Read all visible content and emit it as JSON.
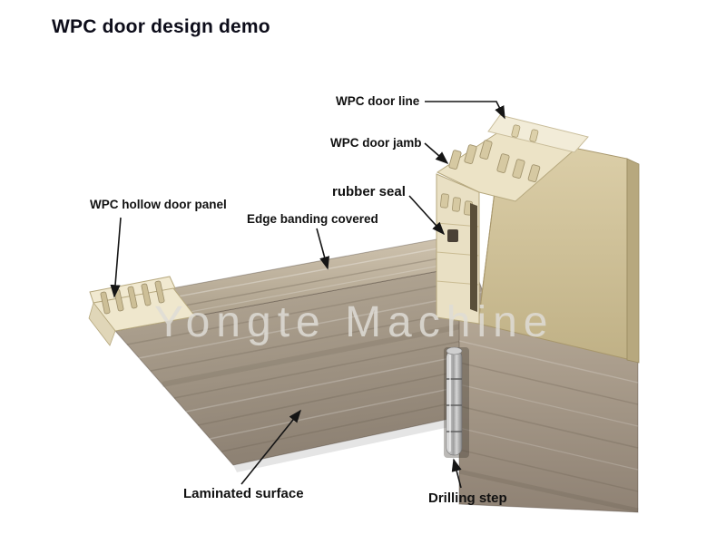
{
  "title": "WPC door design demo",
  "watermark": "Yongte Machine",
  "labels": {
    "door_line": "WPC door line",
    "door_jamb": "WPC door jamb",
    "rubber_seal": "rubber seal",
    "edge_banding": "Edge banding covered",
    "hollow_panel": "WPC hollow door panel",
    "laminated_surface": "Laminated surface",
    "drilling_step": "Drilling step"
  },
  "colors": {
    "background": "#ffffff",
    "title_text": "#0d0d1a",
    "label_text": "#111111",
    "leader_line": "#151515",
    "door_laminate": "#a89b88",
    "door_edge_band": "#bdb19d",
    "wpc_core_cream": "#ece3c6",
    "frame_inner_beige": "#d0c29a",
    "rubber_seal_dark": "#4a4136",
    "hinge_metal": "#b5b5b5",
    "watermark_gray": "#dedcd6"
  }
}
